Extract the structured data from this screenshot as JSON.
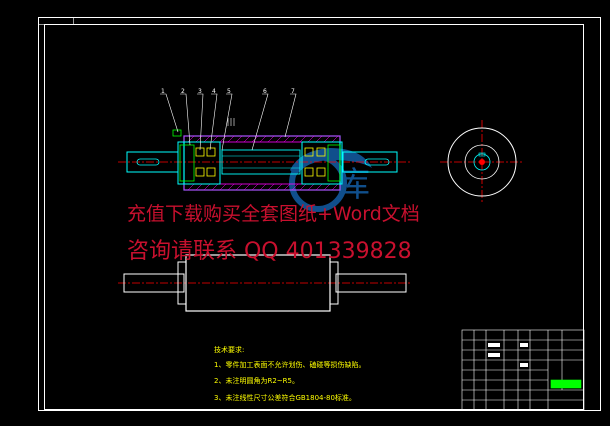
{
  "watermark": {
    "line1": "充值下载购买全套图纸+Word文档",
    "line2": "咨询请联系 QQ 401339828"
  },
  "technical_requirements": {
    "title": "技术要求:",
    "items": [
      "1、零件加工表面不允许划伤、磕碰等损伤缺陷。",
      "2、未注明圆角为R2~R5。",
      "3、未注线性尺寸公差符合GB1804-80标准。"
    ]
  },
  "balloon_labels": [
    "1",
    "2",
    "3",
    "4",
    "5",
    "6",
    "7"
  ],
  "colors": {
    "background": "#000000",
    "frame": "#ffffff",
    "part_outline": "#00ffff",
    "centerline": "#ff0000",
    "leader": "#ffffff",
    "text_yellow": "#ffff00",
    "hatch": "#ff00ff",
    "watermark_red": "#c8102e",
    "watermark_logo": "#1e90ff",
    "title_block_green": "#00ff00"
  }
}
